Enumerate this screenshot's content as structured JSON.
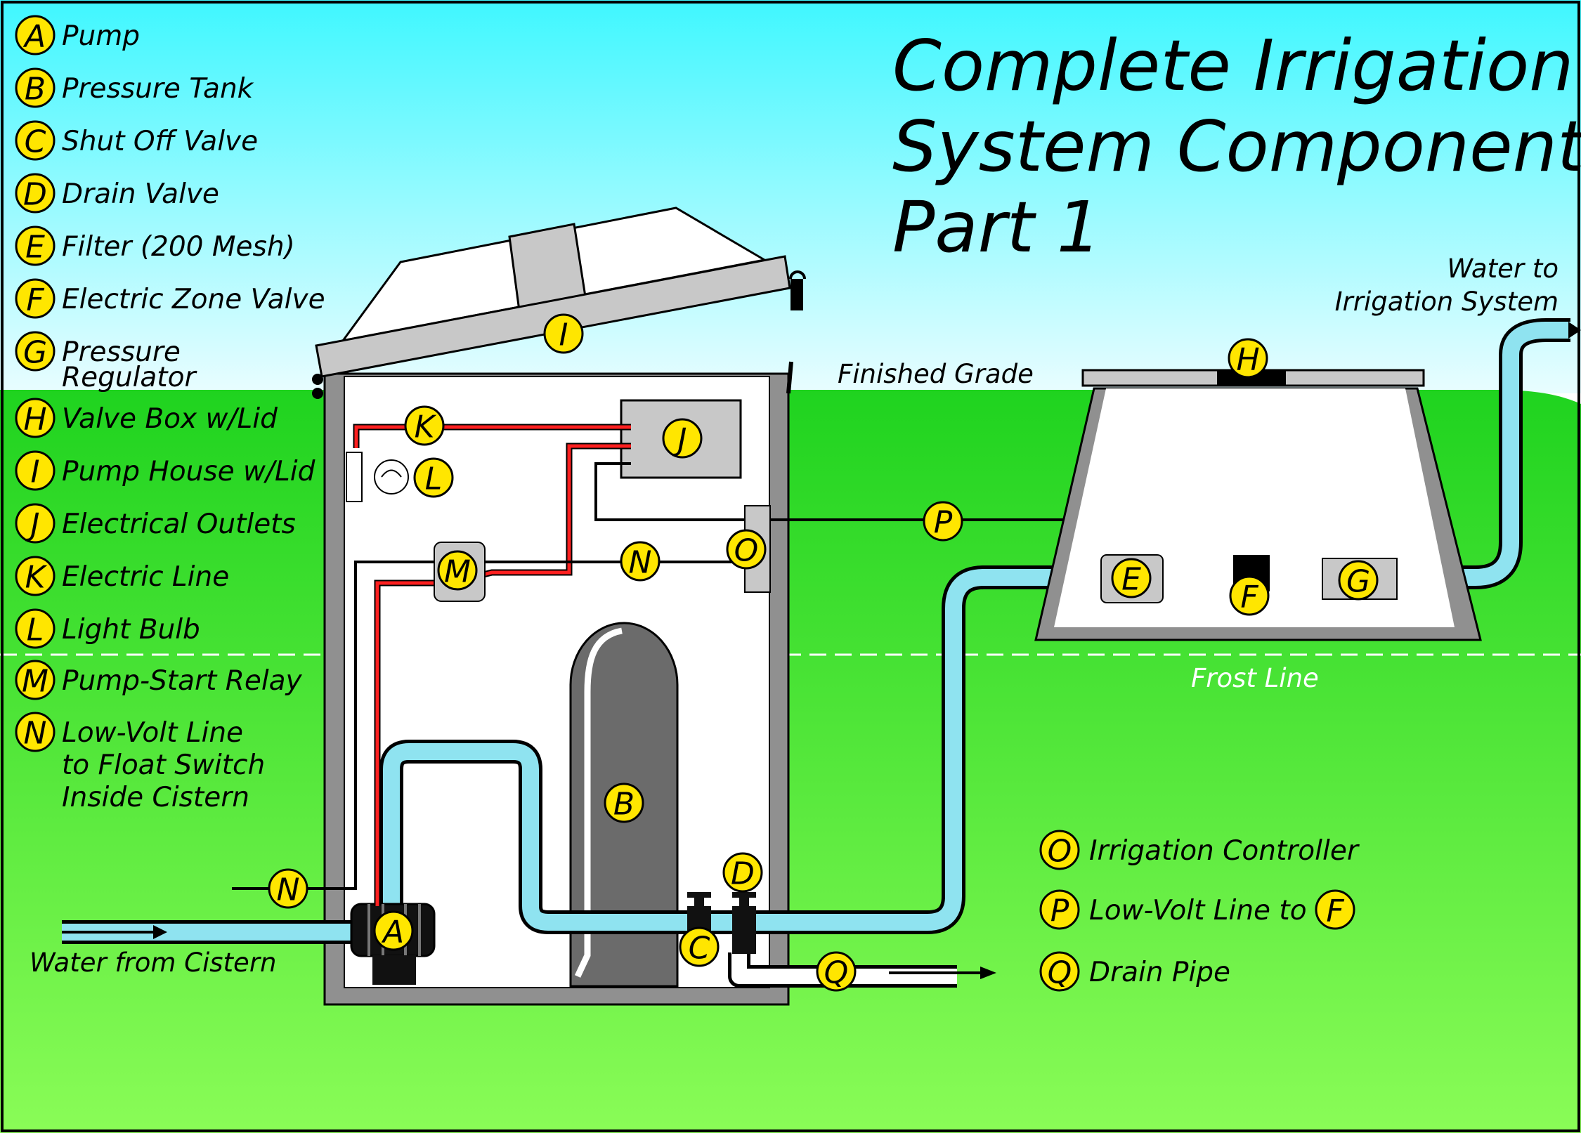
{
  "title": {
    "line1": "Complete Irrigation",
    "line2": "System Components",
    "line3": "Part 1"
  },
  "colors": {
    "sky_top": "#3ff7ff",
    "sky_bottom": "#e9fdff",
    "grass_top": "#1fd31f",
    "grass_bottom": "#8afc57",
    "badge": "#ffe600",
    "water": "#8fe3f0",
    "electric": "#ff2020",
    "tank": "#6b6b6b",
    "wall": "#909090",
    "device": "#c8c8c8"
  },
  "legend": [
    {
      "letter": "A",
      "text": "Pump"
    },
    {
      "letter": "B",
      "text": "Pressure Tank"
    },
    {
      "letter": "C",
      "text": "Shut Off Valve"
    },
    {
      "letter": "D",
      "text": "Drain Valve"
    },
    {
      "letter": "E",
      "text": "Filter (200 Mesh)"
    },
    {
      "letter": "F",
      "text": "Electric Zone Valve"
    },
    {
      "letter": "G",
      "text": "Pressure",
      "text2": "Regulator"
    },
    {
      "letter": "H",
      "text": "Valve Box w/Lid"
    },
    {
      "letter": "I",
      "text": "Pump House w/Lid"
    },
    {
      "letter": "J",
      "text": "Electrical Outlets"
    },
    {
      "letter": "K",
      "text": "Electric Line"
    },
    {
      "letter": "L",
      "text": "Light Bulb"
    },
    {
      "letter": "M",
      "text": "Pump-Start Relay"
    },
    {
      "letter": "N",
      "text": "Low-Volt Line",
      "text2": "to Float Switch",
      "text3": "Inside Cistern"
    }
  ],
  "legend_right": [
    {
      "letter": "O",
      "text": "Irrigation Controller"
    },
    {
      "letter": "P",
      "text": "Low-Volt Line to",
      "letter2": "F"
    },
    {
      "letter": "Q",
      "text": "Drain Pipe"
    }
  ],
  "labels": {
    "finished_grade": "Finished Grade",
    "frost_line": "Frost Line",
    "water_from": "Water from Cistern",
    "water_to_1": "Water to",
    "water_to_2": "Irrigation System"
  },
  "markers": [
    "A",
    "B",
    "C",
    "D",
    "E",
    "F",
    "G",
    "H",
    "I",
    "J",
    "K",
    "L",
    "M",
    "N",
    "N",
    "O",
    "P",
    "Q"
  ]
}
